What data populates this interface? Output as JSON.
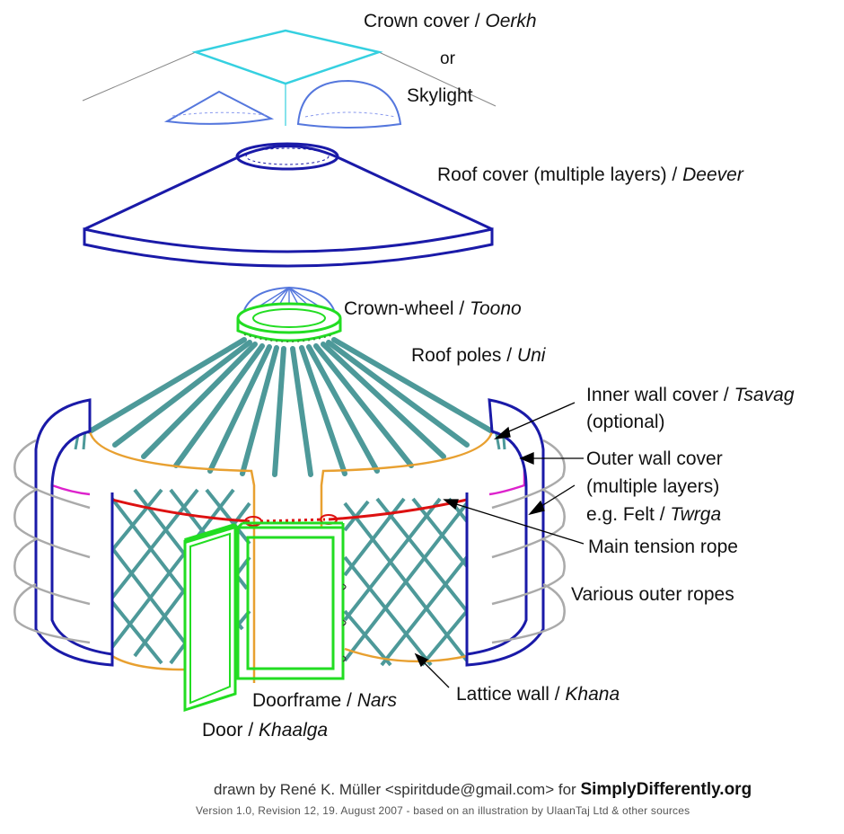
{
  "labels": {
    "crown_cover": {
      "en": "Crown cover",
      "sep": " / ",
      "mn": "Oerkh"
    },
    "or": "or",
    "skylight": "Skylight",
    "roof_cover": {
      "en": "Roof cover (multiple layers)",
      "sep": " / ",
      "mn": "Deever"
    },
    "crown_wheel": {
      "en": "Crown-wheel",
      "sep": " / ",
      "mn": "Toono"
    },
    "roof_poles": {
      "en": "Roof poles",
      "sep": " / ",
      "mn": "Uni"
    },
    "inner_wall_cover": {
      "en": "Inner wall cover",
      "sep": " / ",
      "mn": "Tsavag",
      "line2": "(optional)"
    },
    "outer_wall_cover": {
      "line1": "Outer wall cover",
      "line2": "(multiple layers)",
      "line3_prefix": "e.g. Felt / ",
      "mn": "Twrga"
    },
    "main_tension_rope": "Main tension rope",
    "outer_ropes": "Various outer ropes",
    "lattice_wall": {
      "en": "Lattice wall",
      "sep": " / ",
      "mn": "Khana"
    },
    "doorframe": {
      "en": "Doorframe",
      "sep": " / ",
      "mn": "Nars"
    },
    "door": {
      "en": "Door",
      "sep": " / ",
      "mn": "Khaalga"
    }
  },
  "credits": {
    "drawn_by": "drawn by René K. Müller <spiritdude@gmail.com> for",
    "site": "SimplyDifferently.org",
    "version": "Version 1.0, Revision 12, 19. August 2007 - based on an illustration by UlaanTaj Ltd & other sources"
  },
  "colors": {
    "crown_cover": "#35d0e0",
    "skylight": "#5577dd",
    "roof_cover": "#1a1aa8",
    "crown_wheel": "#22dd22",
    "poles": "#4d9999",
    "inner_wall": "#dd22cc",
    "orange_frame": "#e8a030",
    "rope": "#dd1111",
    "outer_rope": "#aaaaaa",
    "door": "#22dd22"
  }
}
